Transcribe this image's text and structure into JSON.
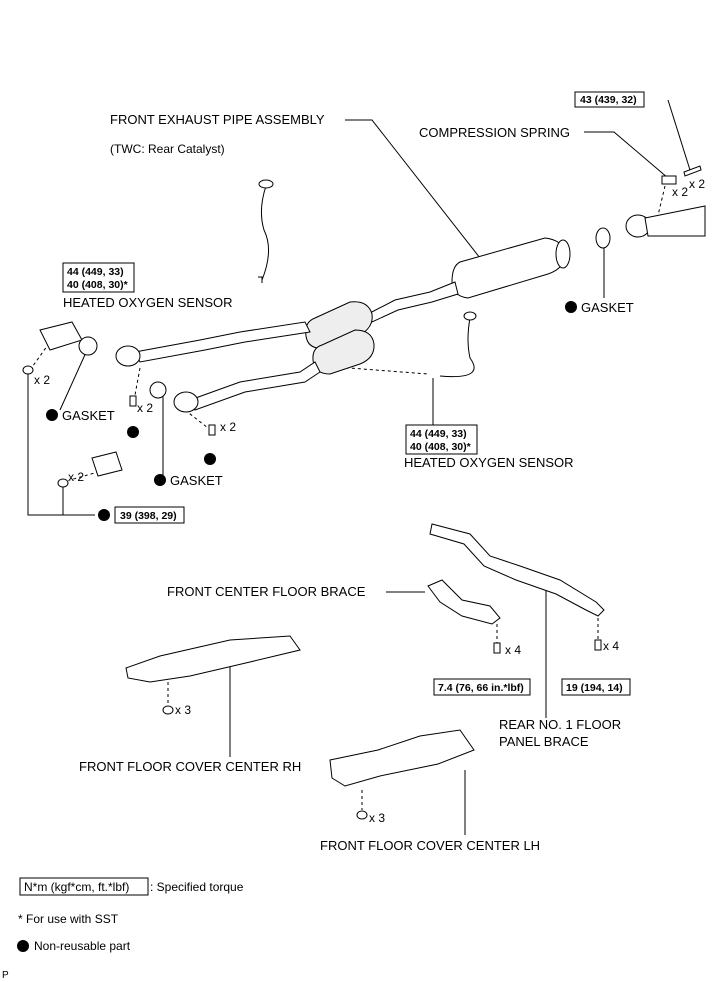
{
  "labels": {
    "front_exhaust_pipe": "FRONT EXHAUST PIPE ASSEMBLY",
    "twc_rear": "(TWC: Rear Catalyst)",
    "compression_spring": "COMPRESSION SPRING",
    "heated_sensor_left": "HEATED OXYGEN SENSOR",
    "heated_sensor_right": "HEATED OXYGEN SENSOR",
    "gasket_right": "GASKET",
    "gasket_left1": "GASKET",
    "gasket_left2": "GASKET",
    "front_center_floor_brace": "FRONT CENTER FLOOR BRACE",
    "rear_floor_brace_1": "REAR NO. 1 FLOOR",
    "rear_floor_brace_2": "PANEL BRACE",
    "front_floor_rh": "FRONT FLOOR COVER CENTER RH",
    "front_floor_lh": "FRONT FLOOR COVER CENTER LH"
  },
  "torques": {
    "bolt_top": "43 (439, 32)",
    "sensor_left_1": "44 (449, 33)",
    "sensor_left_2": "40 (408, 30)*",
    "sensor_right_1": "44 (449, 33)",
    "sensor_right_2": "40 (408, 30)*",
    "nut_left": "39 (398, 29)",
    "brace_center": "7.4 (76, 66 in.*lbf)",
    "brace_rear": "19 (194, 14)"
  },
  "quantities": {
    "spring": "x 2",
    "bolt_top": "x 2",
    "nut_upper_left": "x 2",
    "bolt_mid1": "x 2",
    "bolt_mid2": "x 2",
    "nut_lower_left": "x 2",
    "brace_center_bolt": "x 4",
    "brace_rear_bolt": "x 4",
    "rh_nut": "x 3",
    "lh_nut": "x 3"
  },
  "legend": {
    "torque_box": "N*m (kgf*cm, ft.*lbf)",
    "torque_desc": ": Specified torque",
    "sst_note": "* For use with SST",
    "nonreusable": "Non-reusable part"
  },
  "footer": {
    "code": "P"
  }
}
